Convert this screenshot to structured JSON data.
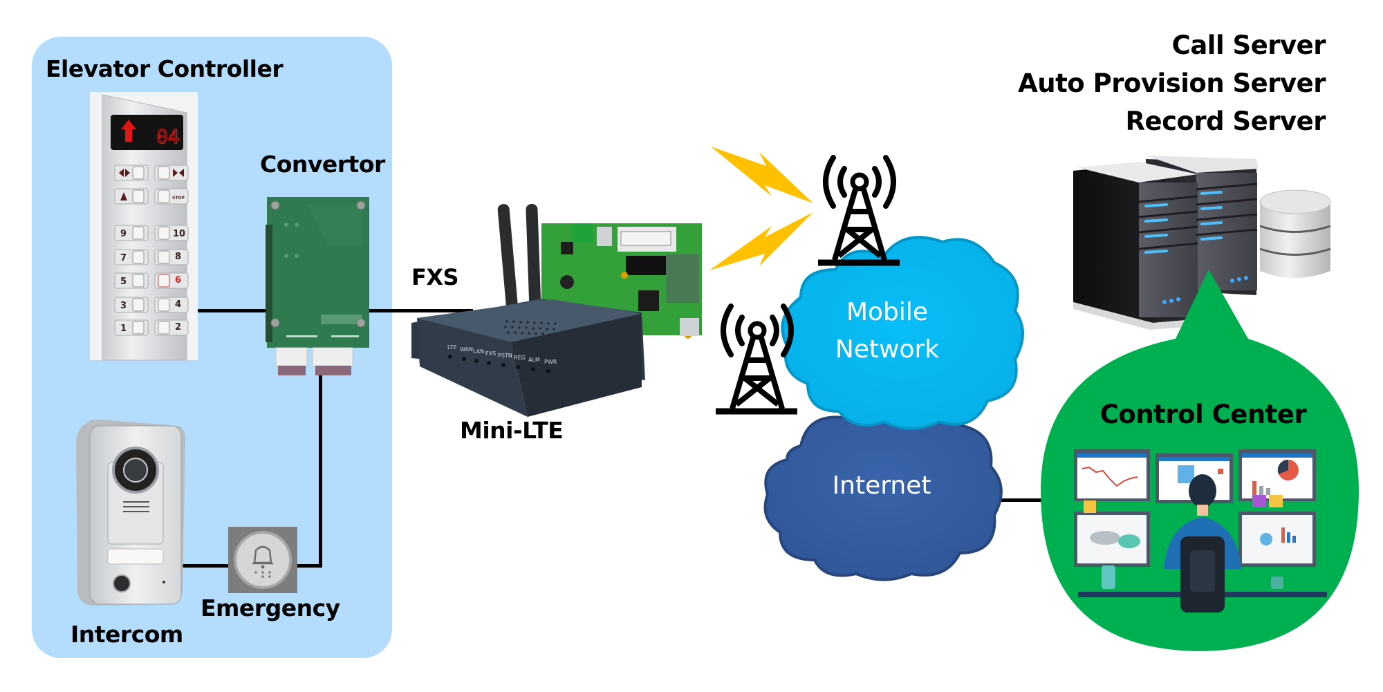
{
  "diagram": {
    "title": "Elevator emergency call over Mini-LTE",
    "colors": {
      "panel_bg": "#b4dcfc",
      "mobile_cloud": "#0abaf2",
      "internet_cloud": "#345da2",
      "control_center": "#00b050",
      "lightning": "#ffc000",
      "wire": "#000000"
    }
  },
  "elevator_group": {
    "title": "Elevator Controller",
    "car_panel": {
      "display_floor": "04",
      "display_arrow": "up-arrow-icon",
      "buttons_left": [
        "open-door",
        "alarm",
        "9",
        "7",
        "5",
        "3",
        "1"
      ],
      "buttons_right": [
        "close-door",
        "STOP",
        "10",
        "8",
        "6",
        "4",
        "2"
      ],
      "highlighted_floor": "6"
    },
    "convertor_label": "Convertor",
    "intercom_label": "Intercom",
    "emergency_label": "Emergency"
  },
  "gateway": {
    "port_label": "FXS",
    "device_label": "Mini-LTE",
    "leds": [
      "LTE",
      "WAN",
      "LAN",
      "FXS",
      "PSTN",
      "REG",
      "ALM",
      "PWR"
    ]
  },
  "network": {
    "mobile_cloud_label_line1": "Mobile",
    "mobile_cloud_label_line2": "Network",
    "internet_cloud_label": "Internet"
  },
  "servers": {
    "lines": [
      "Call Server",
      "Auto Provision Server",
      "Record Server"
    ]
  },
  "control_center": {
    "title": "Control Center"
  }
}
